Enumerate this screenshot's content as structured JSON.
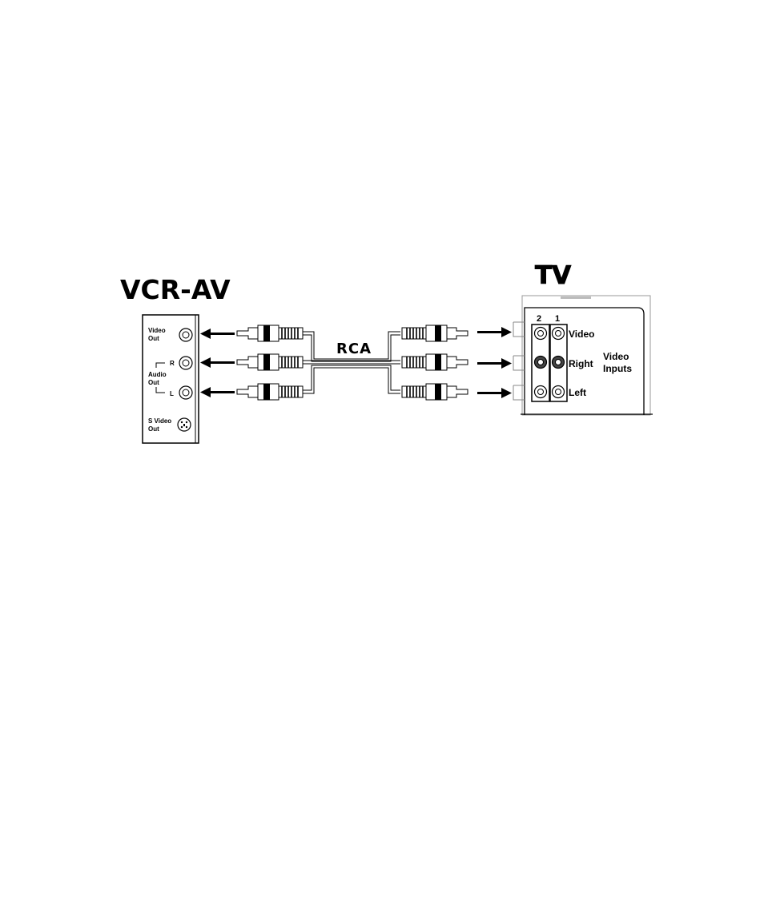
{
  "vcr": {
    "title": "VCR-AV",
    "video_out": [
      "Video",
      "Out"
    ],
    "audio_r": "R",
    "audio_l": "L",
    "audio_out": [
      "Audio",
      "Out"
    ],
    "svideo_out": [
      "S Video",
      "Out"
    ]
  },
  "cable": {
    "label": "RCA"
  },
  "tv": {
    "title": "TV",
    "col2": "2",
    "col1": "1",
    "video": "Video",
    "right": "Right",
    "left": "Left",
    "video_inputs": [
      "Video",
      "Inputs"
    ]
  }
}
